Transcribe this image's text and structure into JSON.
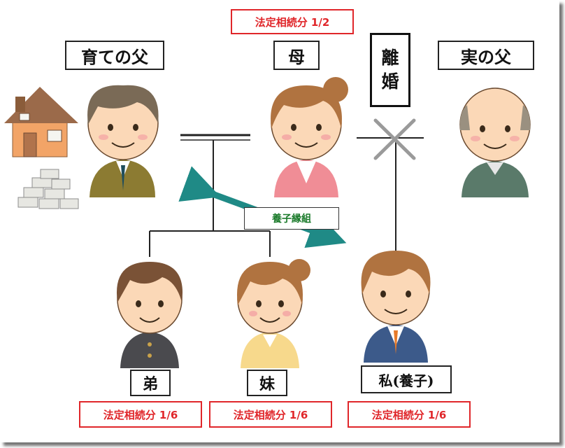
{
  "labels": {
    "foster_father": "育ての父",
    "mother": "母",
    "biological_father": "実の父",
    "divorce_line1": "離",
    "divorce_line2": "婚",
    "adoption": "養子縁組",
    "younger_brother": "弟",
    "younger_sister": "妹",
    "me": "私(養子)"
  },
  "shares": {
    "mother": "法定相続分 1/2",
    "brother": "法定相続分 1/6",
    "sister": "法定相続分 1/6",
    "me": "法定相続分 1/6"
  },
  "colors": {
    "share_red": "#e0262a",
    "arrow_teal": "#1f8a86",
    "adoption_green": "#1a7a2a",
    "cross_gray": "#9a9a9a"
  }
}
